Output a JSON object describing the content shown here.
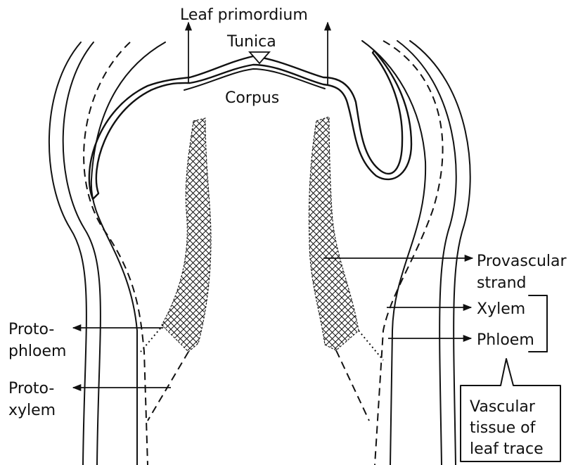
{
  "labels": {
    "leaf_primordium": "Leaf primordium",
    "tunica": "Tunica",
    "corpus": "Corpus",
    "provascular_line1": "Provascular",
    "provascular_line2": "strand",
    "xylem": "Xylem",
    "phloem": "Phloem",
    "protophloem_line1": "Proto-",
    "protophloem_line2": "phloem",
    "protoxylem_line1": "Proto-",
    "protoxylem_line2": "xylem",
    "vascular_line1": "Vascular",
    "vascular_line2": "tissue of",
    "vascular_line3": "leaf trace"
  }
}
